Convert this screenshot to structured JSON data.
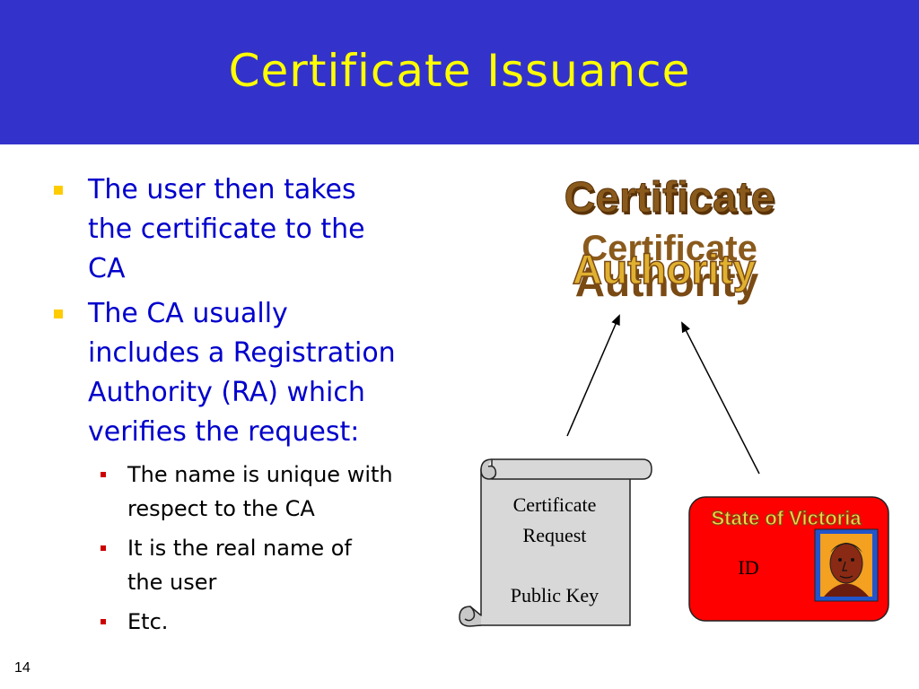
{
  "slide": {
    "title": "Certificate Issuance",
    "slide_number": "14"
  },
  "bullets": [
    {
      "lines": [
        "The user then takes",
        "the certificate to the",
        "CA"
      ]
    },
    {
      "lines": [
        "The CA usually",
        "includes a Registration",
        "Authority (RA) which",
        "verifies the request:"
      ],
      "sub": [
        {
          "lines": [
            "The name is unique with",
            "respect to the CA"
          ]
        },
        {
          "lines": [
            "It is the real name of",
            "the user"
          ]
        },
        {
          "lines": [
            "Etc."
          ]
        }
      ]
    }
  ],
  "ca_logo": {
    "line1": "Certificate",
    "line2": "Authority",
    "color_dark": "#7a4a14",
    "color_light": "#e0b030"
  },
  "request_scroll": {
    "line1": "Certificate",
    "line2": "Request",
    "line3": "Public Key"
  },
  "id_card": {
    "header": "State of Victoria",
    "label": "ID",
    "card_color": "#ff0000"
  },
  "colors": {
    "title_bg": "#3333cc",
    "title_text": "#ffff00",
    "bullet_text": "#0000cc",
    "bullet_marker": "#ffcc00",
    "sub_marker": "#cc0000"
  }
}
